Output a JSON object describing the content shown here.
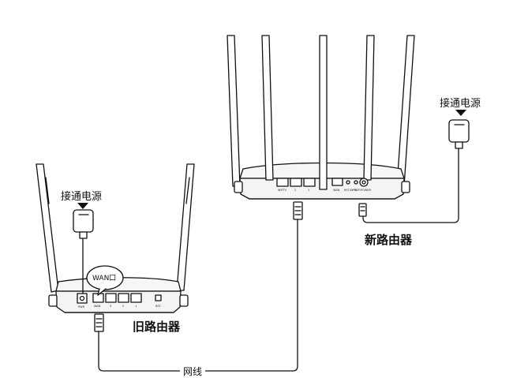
{
  "labels": {
    "power_left": "接通电源",
    "power_right": "接通电源",
    "old_router": "旧路由器",
    "new_router": "新路由器",
    "cable": "网线",
    "wan_port": "WAN口"
  },
  "new_router_ports": [
    "WIFTV",
    "2",
    "1",
    "WAN",
    "RST/WPS",
    "WIFI",
    "POWER"
  ],
  "old_router_ports": [
    "PWR",
    "WAN",
    "3",
    "2",
    "1",
    "RST"
  ],
  "colors": {
    "line": "#111111",
    "router_body": "#f4f4f4",
    "port_fill": "#ffffff",
    "background": "#ffffff"
  }
}
